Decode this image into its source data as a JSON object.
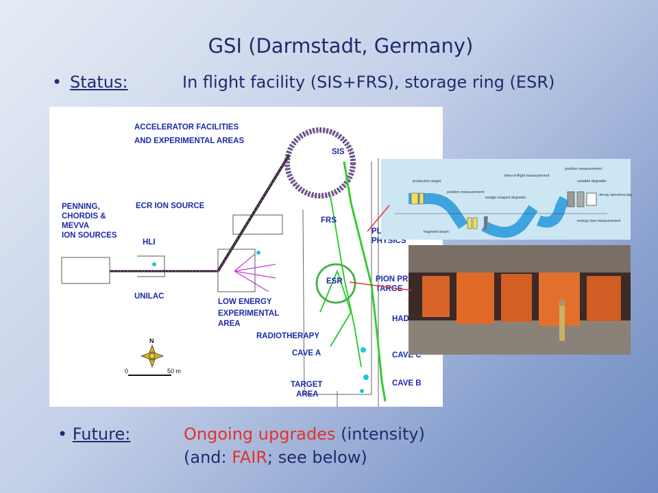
{
  "slide": {
    "title": "GSI (Darmstadt, Germany)",
    "status": {
      "bullet": "•",
      "label": "Status:",
      "text": "In flight facility (SIS+FRS), storage ring (ESR)"
    },
    "future": {
      "bullet": "•",
      "label": "Future:",
      "part1": "Ongoing upgrades",
      "part2": " (intensity)",
      "line2_pre": "(and: ",
      "line2_red": "FAIR",
      "line2_post": "; see below)"
    }
  },
  "map": {
    "heading_line1": "ACCELERATOR FACILITIES",
    "heading_line2": "AND EXPERIMENTAL AREAS",
    "labels": {
      "sis": "SIS",
      "frs": "FRS",
      "esr": "ESR",
      "penning1": "PENNING,",
      "penning2": "CHORDIS &",
      "penning3": "MEVVA",
      "penning4": "ION SOURCES",
      "ecr": "ECR ION SOURCE",
      "hli": "HLI",
      "unilac": "UNILAC",
      "low1": "LOW ENERGY",
      "low2": "EXPERIMENTAL",
      "low3": "AREA",
      "radio": "RADIOTHERAPY",
      "cavea": "CAVE A",
      "target1": "TARGET",
      "target2": "AREA",
      "plasma1": "PL",
      "plasma2": "PHYSICS",
      "pion1": "PION PR",
      "pion2": "TARGE",
      "had": "HAD",
      "cavec": "CAVE C",
      "caveb": "CAVE B",
      "north": "N",
      "scale0": "0",
      "scale50": "50 m"
    }
  },
  "frs_diagram": {
    "labels": {
      "production_target": "production target",
      "fragment_beam": "fragment beam",
      "position_measurement": "position measurement",
      "wedge_degrader": "wedge-shaped degrader",
      "tof": "time-of-flight measurement",
      "position_measurement2": "position measurement",
      "variable_degrader": "variable degrader",
      "decay": "decay spectroscopy",
      "energy_loss": "energy loss measurement"
    }
  },
  "colors": {
    "text": "#1f2b6b",
    "accent_red": "#e3312a",
    "map_label": "#1b2aa8",
    "beamline_green": "#33cc33"
  }
}
